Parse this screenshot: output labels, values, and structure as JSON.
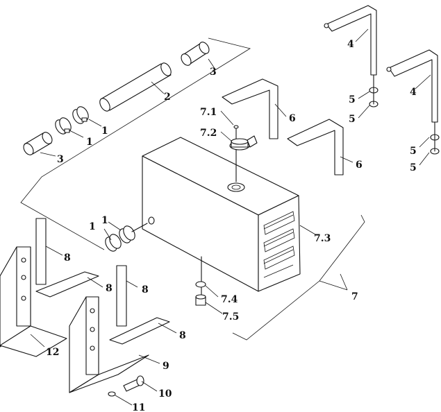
{
  "labels": {
    "l1a": "1",
    "l1b": "1",
    "l1c": "1",
    "l1d": "1",
    "l2": "2",
    "l3a": "3",
    "l3b": "3",
    "l4a": "4",
    "l4b": "4",
    "l5a": "5",
    "l5b": "5",
    "l5c": "5",
    "l5d": "5",
    "l6a": "6",
    "l6b": "6",
    "l71": "7.1",
    "l72": "7.2",
    "l73": "7.3",
    "l74": "7.4",
    "l75": "7.5",
    "l7": "7",
    "l8a": "8",
    "l8b": "8",
    "l8c": "8",
    "l8d": "8",
    "l9": "9",
    "l10": "10",
    "l11": "11",
    "l12": "12"
  }
}
